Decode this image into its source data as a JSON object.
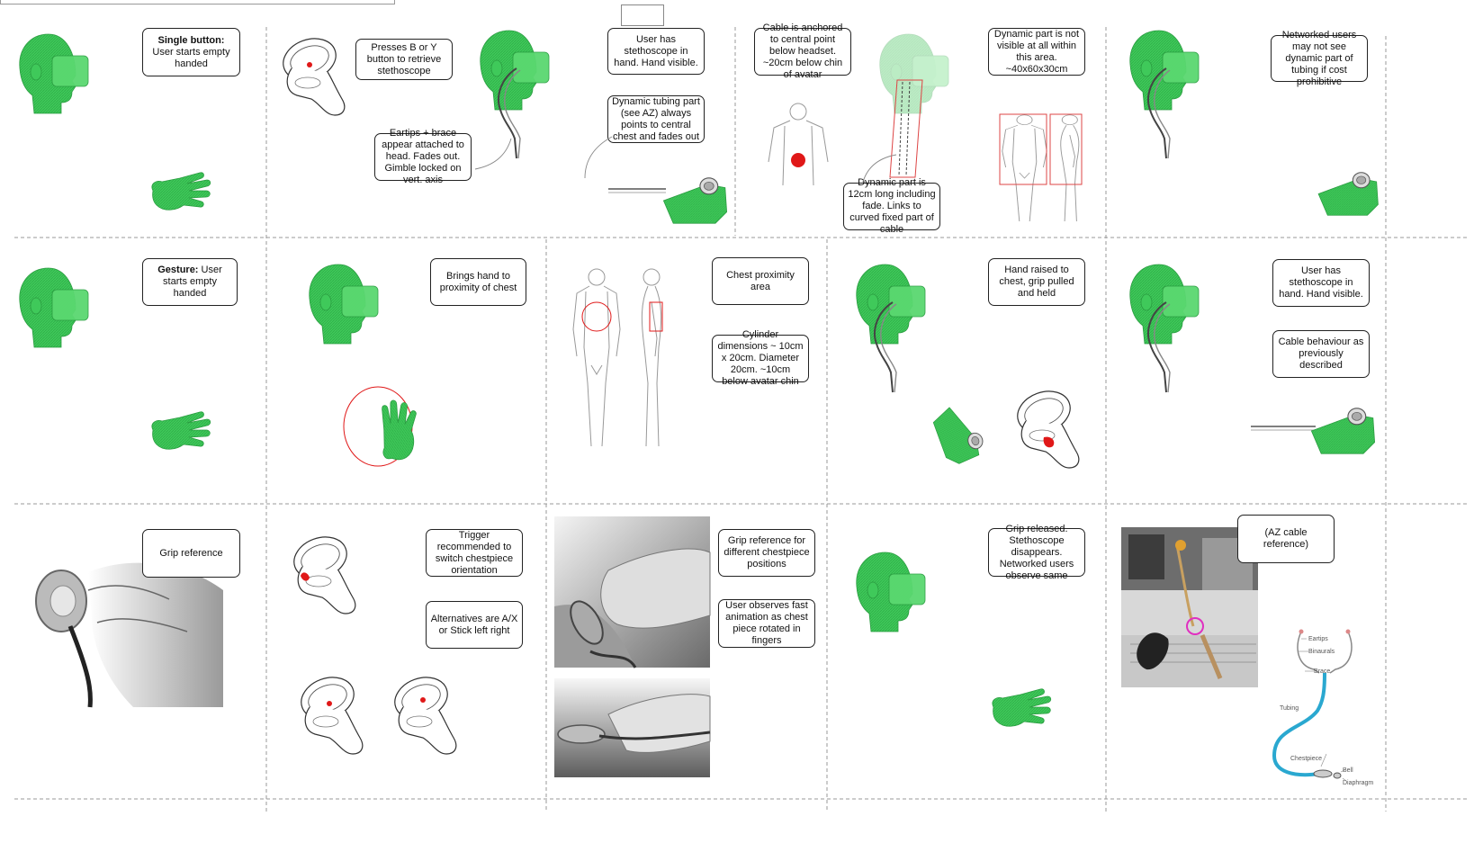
{
  "colors": {
    "head_green": "#3fc95a",
    "hand_green": "#4ccf62",
    "accent_red": "#e01818",
    "stetho_blue": "#2aa8d0",
    "divider": "#999999"
  },
  "notes": {
    "n1_bold": "Single button:",
    "n1_rest": " User starts empty handed",
    "n2": "Presses B or Y button to retrieve stethoscope",
    "n3": "Eartips + brace appear attached to head. Fades out. Gimble locked on vert. axis",
    "n4": "User has stethoscope in hand. Hand visible.",
    "n5": "Dynamic tubing part (see AZ) always points to central chest and fades out",
    "n6": "Cable is anchored to central point below headset. ~20cm below chin of avatar",
    "n7": "Dynamic part is 12cm long including fade. Links to curved fixed part of cable",
    "n8": "Dynamic part is not visible at all within this area. ~40x60x30cm",
    "n9": "Networked users may not see dynamic part of tubing if cost prohibitive",
    "n10_bold": "Gesture:",
    "n10_rest": " User starts empty handed",
    "n11": "Brings hand to proximity of chest",
    "n12": "Chest proximity area",
    "n13": "Cylinder dimensions ~ 10cm x 20cm. Diameter 20cm. ~10cm below avatar chin",
    "n14": "Hand raised to chest, grip pulled and held",
    "n15": "User has stethoscope in hand. Hand visible.",
    "n16": "Cable behaviour as previously described",
    "n17": "Grip reference",
    "n18": "Trigger recommended to switch chestpiece orientation",
    "n19": "Alternatives are A/X or Stick left right",
    "n20": "Grip reference for different chestpiece positions",
    "n21": "User observes fast animation as chest piece rotated in fingers",
    "n22": "Grip released. Stethoscope disappears. Networked users observe same",
    "n23": "(AZ cable reference)"
  },
  "stethoscope_labels": {
    "eartips": "Eartips",
    "binaurals": "Binaurals",
    "brace": "Brace",
    "tubing": "Tubing",
    "chestpiece": "Chestpiece",
    "bell": "Bell",
    "diaphragm": "Diaphragm"
  }
}
